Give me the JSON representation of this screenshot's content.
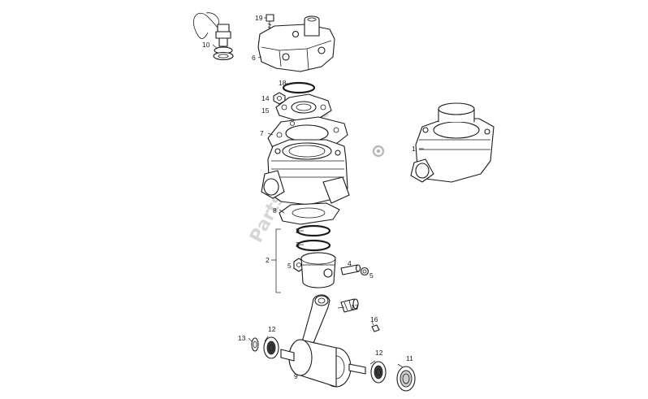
{
  "callouts": [
    {
      "id": "1",
      "label": "1"
    },
    {
      "id": "2",
      "label": "2"
    },
    {
      "id": "3a",
      "label": "3"
    },
    {
      "id": "3b",
      "label": "3"
    },
    {
      "id": "4",
      "label": "4"
    },
    {
      "id": "5a",
      "label": "5"
    },
    {
      "id": "5b",
      "label": "5"
    },
    {
      "id": "6",
      "label": "6"
    },
    {
      "id": "7",
      "label": "7"
    },
    {
      "id": "8",
      "label": "8"
    },
    {
      "id": "9",
      "label": "9"
    },
    {
      "id": "10",
      "label": "10"
    },
    {
      "id": "11",
      "label": "11"
    },
    {
      "id": "12a",
      "label": "12"
    },
    {
      "id": "12b",
      "label": "12"
    },
    {
      "id": "13",
      "label": "13"
    },
    {
      "id": "14",
      "label": "14"
    },
    {
      "id": "15",
      "label": "15"
    },
    {
      "id": "16",
      "label": "16"
    },
    {
      "id": "17",
      "label": "17"
    },
    {
      "id": "18",
      "label": "18"
    },
    {
      "id": "19",
      "label": "19"
    }
  ],
  "watermark": {
    "text": "Parts Republik"
  }
}
